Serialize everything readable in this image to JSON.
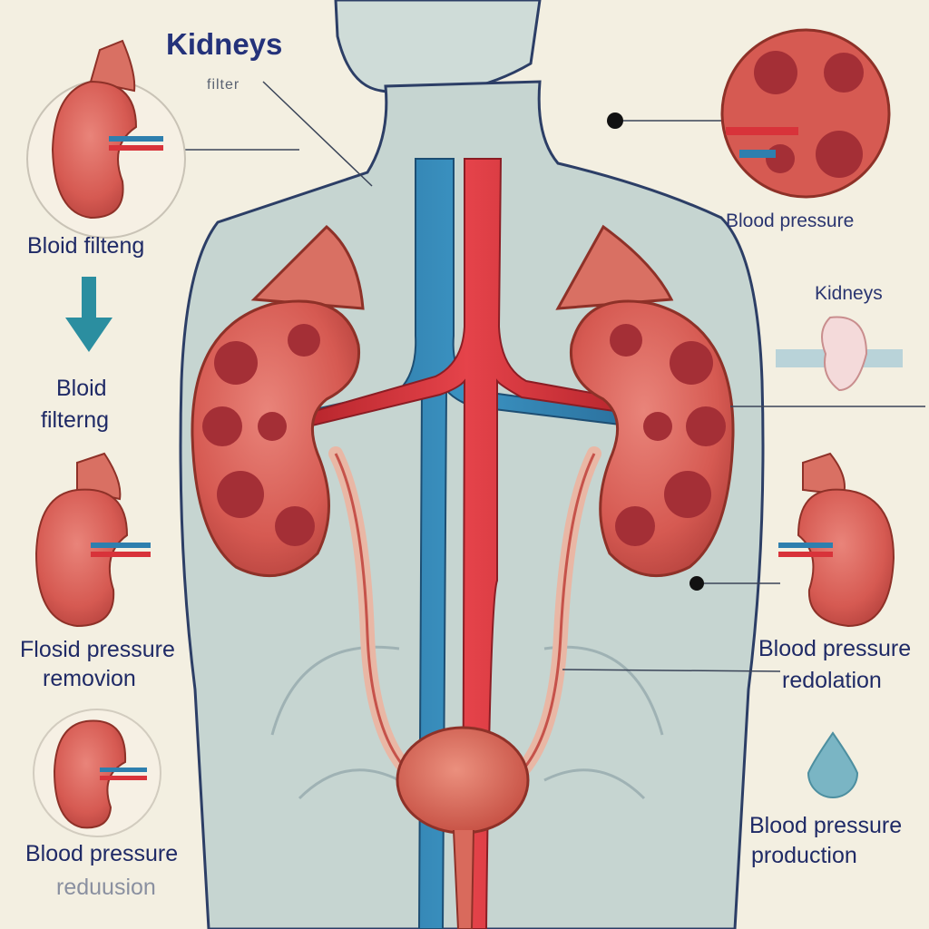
{
  "title": "Kidneys",
  "subtitle": "filter",
  "labels": {
    "left_top": "Bloid filteng",
    "left_mid_line1": "Bloid",
    "left_mid_line2": "filterng",
    "left_lower_line1": "Flosid pressure",
    "left_lower_line2": "removion",
    "left_bottom_line1": "Blood pressure",
    "left_bottom_line2": "reduusion",
    "right_top": "Blood pressure",
    "right_kidneys": "Kidneys",
    "right_mid_line1": "Blood pressure",
    "right_mid_line2": "redolation",
    "right_bottom_line1": "Blood pressure",
    "right_bottom_line2": "production"
  },
  "colors": {
    "background": "#f3efe1",
    "body": "#c9d8d3",
    "kidney": "#d65a52",
    "kidney_dark": "#9e2d34",
    "artery": "#d8333a",
    "vein": "#2e7fae",
    "accent_teal": "#2b8ea0"
  },
  "icons": {
    "arrow": "arrow-down-icon",
    "drop": "water-drop-icon"
  }
}
